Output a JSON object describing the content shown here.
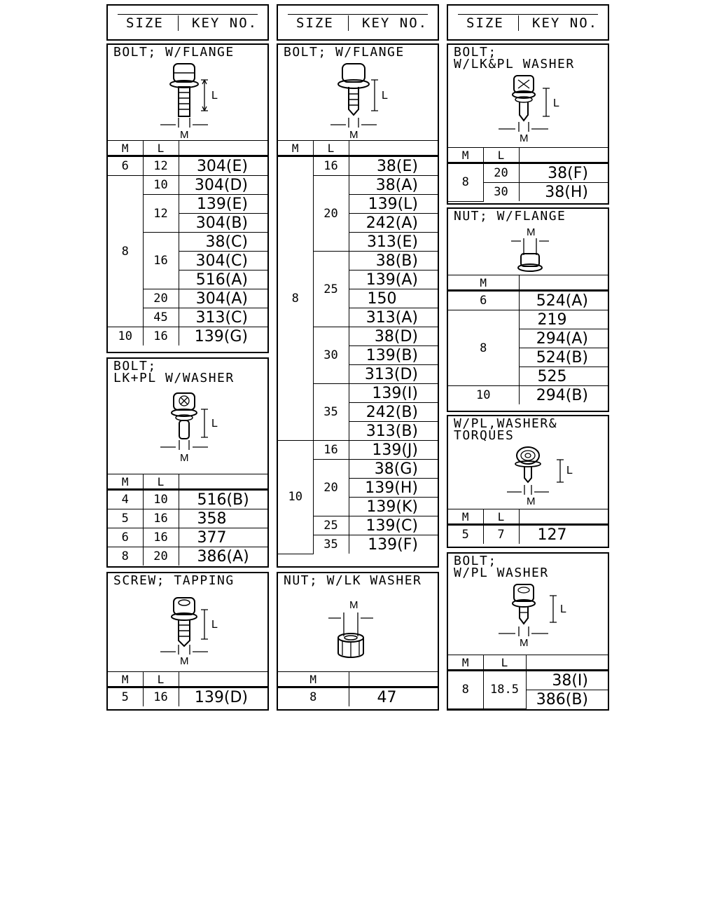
{
  "header": {
    "size_label": "SIZE",
    "key_label": "KEY NO."
  },
  "col_labels": {
    "m": "M",
    "l": "L"
  },
  "dim_labels": {
    "m": "M",
    "l": "L"
  },
  "panels": {
    "bolt_flange_1": {
      "title": "BOLT; W/FLANGE",
      "rows": [
        {
          "m": "6",
          "l": "12",
          "key": "304(E)"
        },
        {
          "m": "8",
          "l": "10",
          "key": "304(D)"
        },
        {
          "l": "12",
          "key": "139(E)"
        },
        {
          "key": "304(B)"
        },
        {
          "l": "16",
          "key": "38(C)"
        },
        {
          "key": "304(C)"
        },
        {
          "key": "516(A)"
        },
        {
          "l": "20",
          "key": "304(A)"
        },
        {
          "l": "45",
          "key": "313(C)"
        },
        {
          "m": "10",
          "l": "16",
          "key": "139(G)"
        }
      ]
    },
    "bolt_lkpl": {
      "title": "BOLT;\nLK+PL W/WASHER",
      "rows": [
        {
          "m": "4",
          "l": "10",
          "key": "516(B)"
        },
        {
          "m": "5",
          "l": "16",
          "key": "358"
        },
        {
          "m": "6",
          "l": "16",
          "key": "377"
        },
        {
          "m": "8",
          "l": "20",
          "key": "386(A)"
        }
      ]
    },
    "screw_tapping": {
      "title": "SCREW; TAPPING",
      "rows": [
        {
          "m": "5",
          "l": "16",
          "key": "139(D)"
        }
      ]
    },
    "bolt_flange_2": {
      "title": "BOLT; W/FLANGE",
      "rows": [
        {
          "m": "8",
          "l": "16",
          "key": "38(E)"
        },
        {
          "l": "20",
          "key": "38(A)"
        },
        {
          "key": "139(L)"
        },
        {
          "key": "242(A)"
        },
        {
          "key": "313(E)"
        },
        {
          "l": "25",
          "key": "38(B)"
        },
        {
          "key": "139(A)"
        },
        {
          "key": "150"
        },
        {
          "key": "313(A)"
        },
        {
          "l": "30",
          "key": "38(D)"
        },
        {
          "key": "139(B)"
        },
        {
          "key": "313(D)"
        },
        {
          "l": "35",
          "key": "139(I)"
        },
        {
          "key": "242(B)"
        },
        {
          "key": "313(B)"
        },
        {
          "m": "10",
          "l": "16",
          "key": "139(J)"
        },
        {
          "l": "20",
          "key": "38(G)"
        },
        {
          "key": "139(H)"
        },
        {
          "key": "139(K)"
        },
        {
          "l": "25",
          "key": "139(C)"
        },
        {
          "l": "35",
          "key": "139(F)"
        }
      ]
    },
    "nut_lk_washer": {
      "title": "NUT; W/LK WASHER",
      "rows": [
        {
          "m": "8",
          "key": "47"
        }
      ]
    },
    "bolt_lk_pl_washer": {
      "title": "BOLT;\nW/LK&PL WASHER",
      "rows": [
        {
          "m": "8",
          "l": "20",
          "key": "38(F)"
        },
        {
          "l": "30",
          "key": "38(H)"
        }
      ]
    },
    "nut_flange": {
      "title": "NUT; W/FLANGE",
      "rows": [
        {
          "m": "6",
          "key": "524(A)"
        },
        {
          "m": "8",
          "key": "219"
        },
        {
          "key": "294(A)"
        },
        {
          "key": "524(B)"
        },
        {
          "key": "525"
        },
        {
          "m": "10",
          "key": "294(B)"
        }
      ]
    },
    "wpl_washer_torques": {
      "title": "W/PL,WASHER&\nTORQUES",
      "rows": [
        {
          "m": "5",
          "l": "7",
          "key": "127"
        }
      ]
    },
    "bolt_pl_washer": {
      "title": "BOLT;\nW/PL WASHER",
      "rows": [
        {
          "m": "8",
          "l": "18.5",
          "key": "38(I)"
        },
        {
          "key": "386(B)"
        }
      ]
    }
  }
}
